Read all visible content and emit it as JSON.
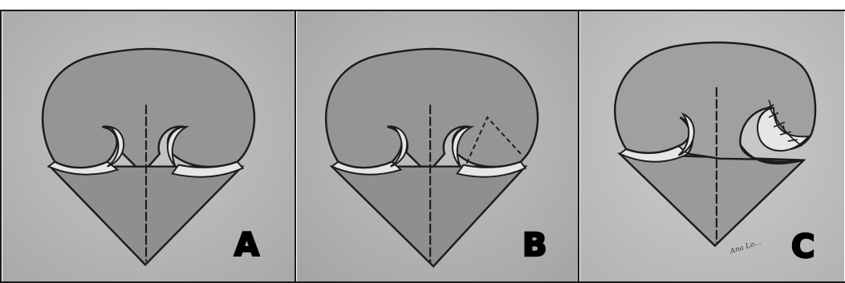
{
  "panels": [
    {
      "id": "A",
      "label": "A"
    },
    {
      "id": "B",
      "label": "B"
    },
    {
      "id": "C",
      "label": "C",
      "signature": "Ana Lo..."
    }
  ],
  "colors": {
    "panel_bg": "#b9b9b9",
    "panel_bg_c": "#c4c4c4",
    "nose_fill": "#959595",
    "outline": "#1c1c1c",
    "white_strip": "#e6e6e6"
  }
}
